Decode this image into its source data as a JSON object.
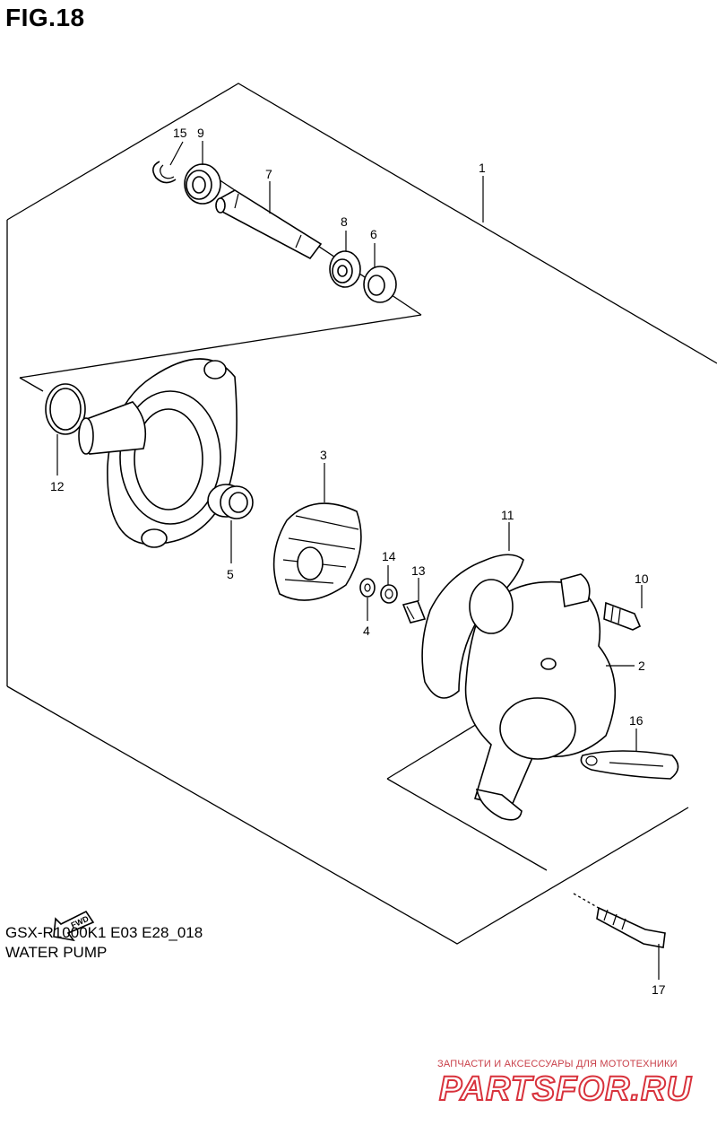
{
  "figure": {
    "title": "FIG.18"
  },
  "footer": {
    "model_line": "GSX-R1000K1 E03 E28_018",
    "section": "WATER PUMP"
  },
  "fwd_label": "FWD",
  "watermark": {
    "tagline": "ЗАПЧАСТИ И АКСЕССУАРЫ ДЛЯ МОТОТЕХНИКИ",
    "logo": "PARTSFOR.RU"
  },
  "callouts": {
    "c1": "1",
    "c2": "2",
    "c3": "3",
    "c4": "4",
    "c5": "5",
    "c6": "6",
    "c7": "7",
    "c8": "8",
    "c9": "9",
    "c10": "10",
    "c11": "11",
    "c12": "12",
    "c13": "13",
    "c14": "14",
    "c15": "15",
    "c16": "16",
    "c17": "17"
  }
}
